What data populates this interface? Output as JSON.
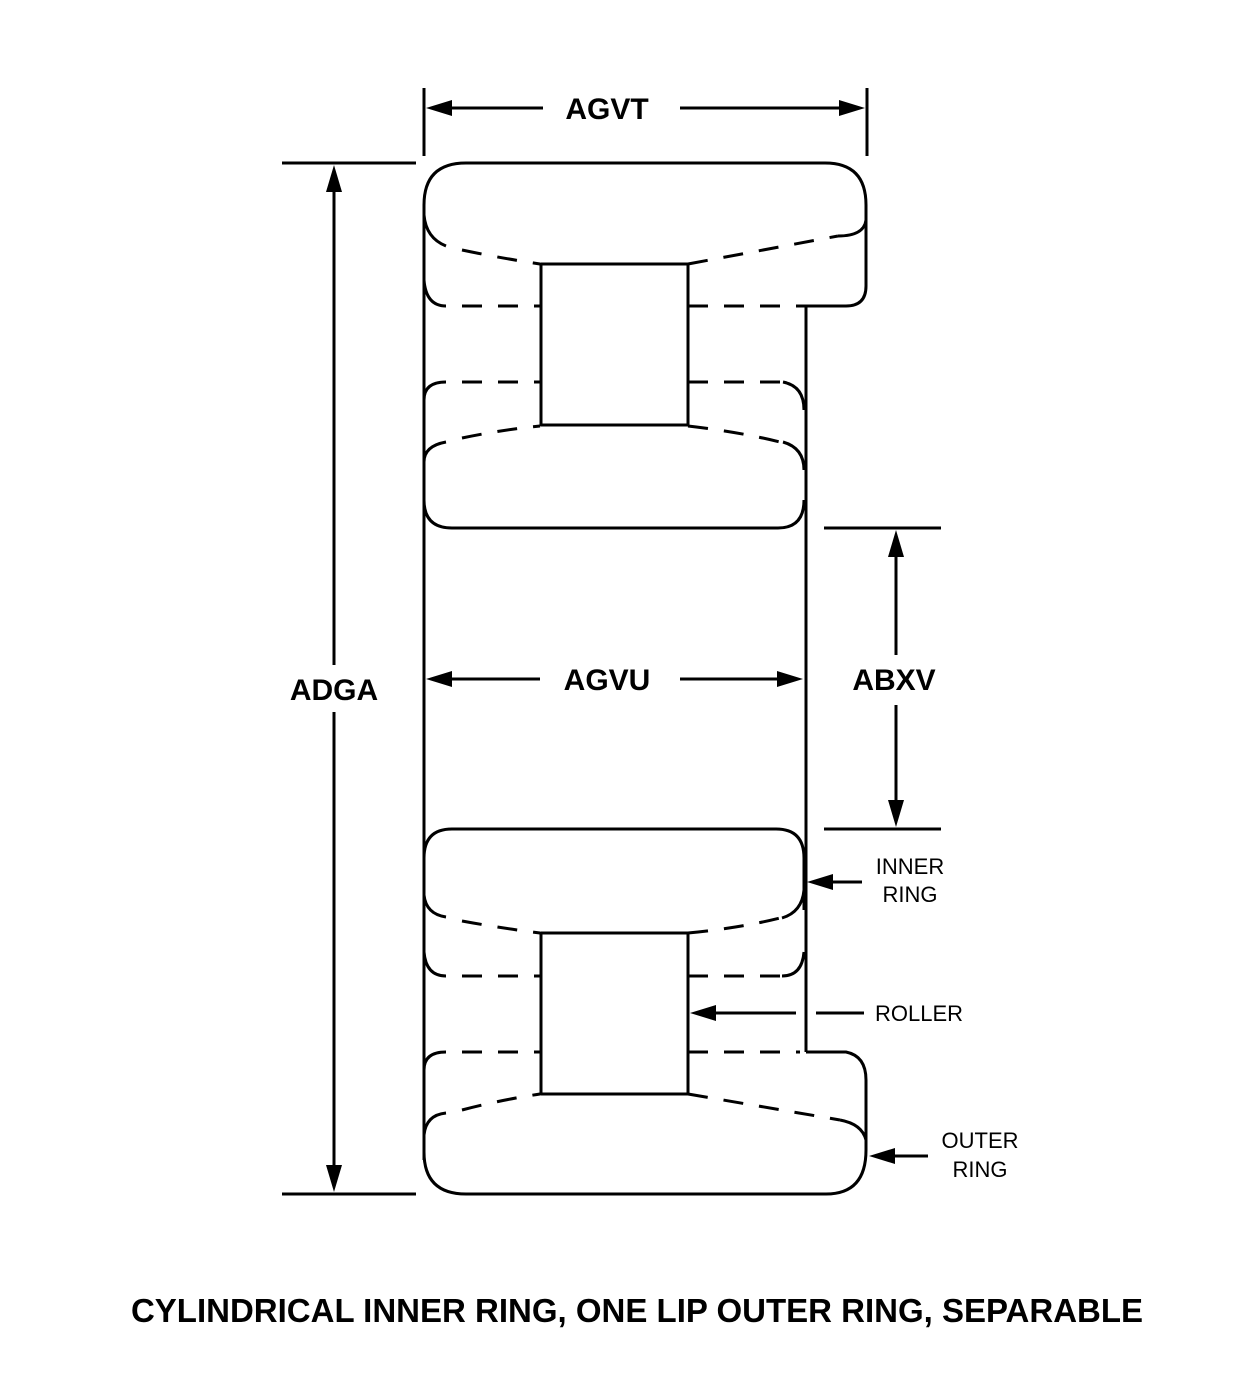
{
  "diagram": {
    "type": "cylindrical roller bearing cross-section",
    "dimensions": {
      "overall_width": "AGVT",
      "outside_diameter": "ADGA",
      "inner_ring_width": "AGVU",
      "bore_diameter": "ABXV"
    },
    "callouts": {
      "inner_ring": [
        "INNER",
        "RING"
      ],
      "roller": "ROLLER",
      "outer_ring": [
        "OUTER",
        "RING"
      ]
    },
    "caption": "CYLINDRICAL INNER RING, ONE LIP OUTER RING, SEPARABLE",
    "colors": {
      "line": "#000000",
      "background": "#ffffff"
    }
  }
}
